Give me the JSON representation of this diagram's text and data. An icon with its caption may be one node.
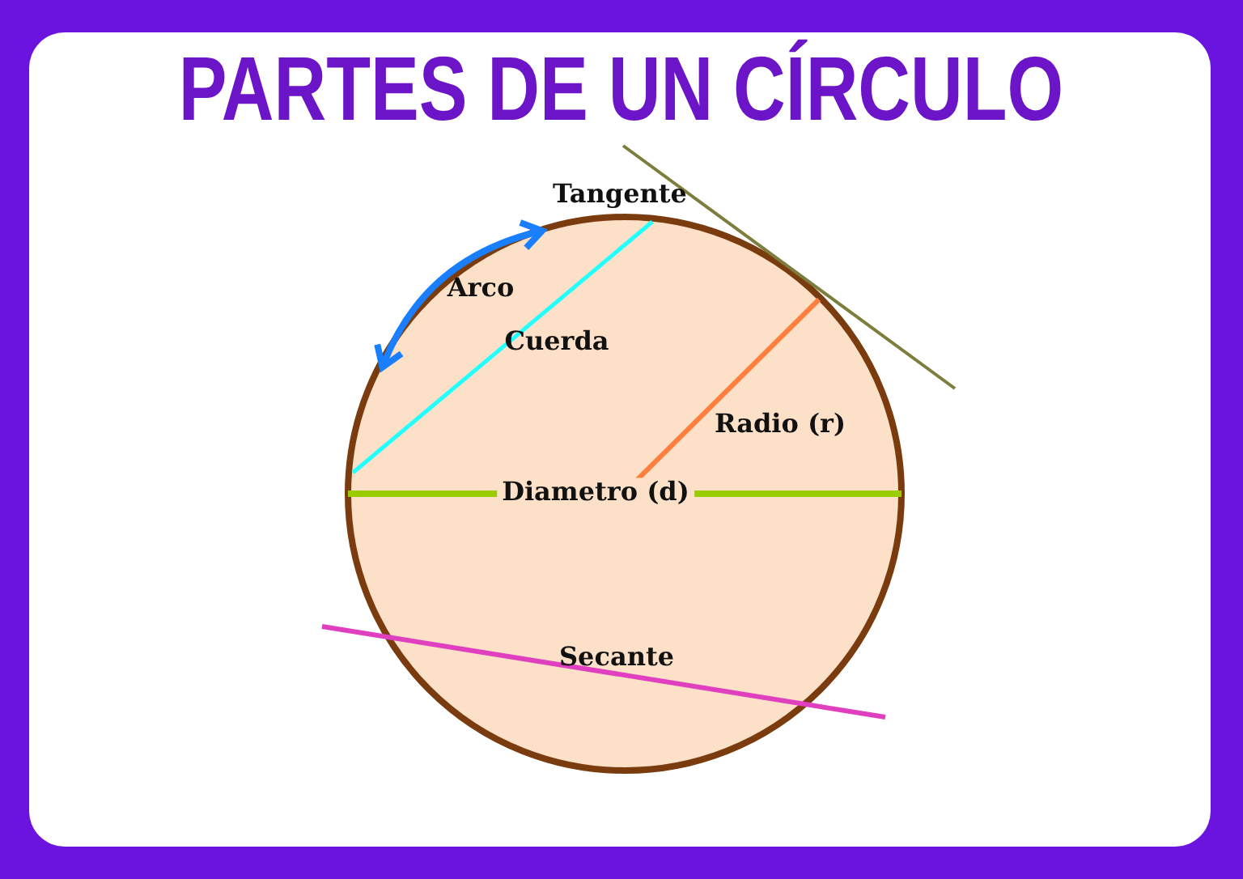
{
  "diagram": {
    "title": "PARTES DE UN CÍRCULO",
    "labels": [
      "Tangente",
      "Arco",
      "Cuerda",
      "Radio (r)",
      "Diametro (d)",
      "Secante"
    ]
  }
}
